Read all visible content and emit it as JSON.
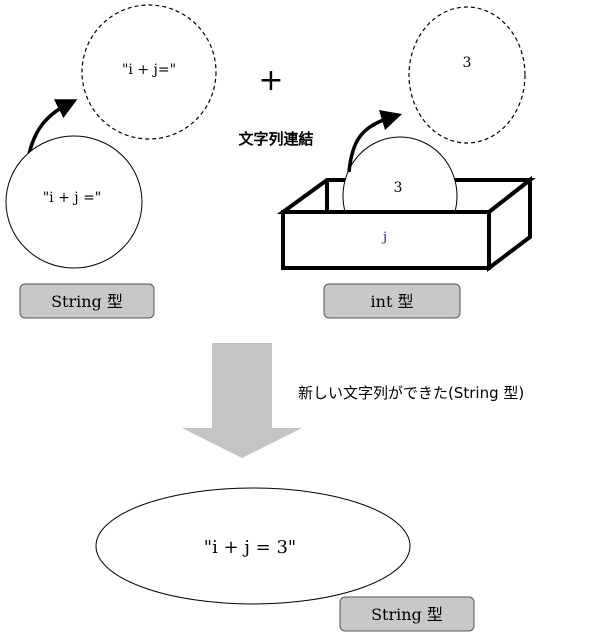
{
  "left": {
    "source_value": "\"i + j =\"",
    "copied_value": "\"i + j=\"",
    "type_label": "String 型"
  },
  "operator": "+",
  "operation_label": "文字列連結",
  "right": {
    "box_value": "3",
    "variable_name": "j",
    "copied_value": "3",
    "type_label": "int 型"
  },
  "result": {
    "caption": "新しい文字列ができた(String 型)",
    "value": "\"i + j = 3\"",
    "type_label": "String 型"
  },
  "colors": {
    "label_fill": "#c8c8c8",
    "arrow_fill": "#c4c4c4",
    "variable_text": "#1a2a80"
  }
}
